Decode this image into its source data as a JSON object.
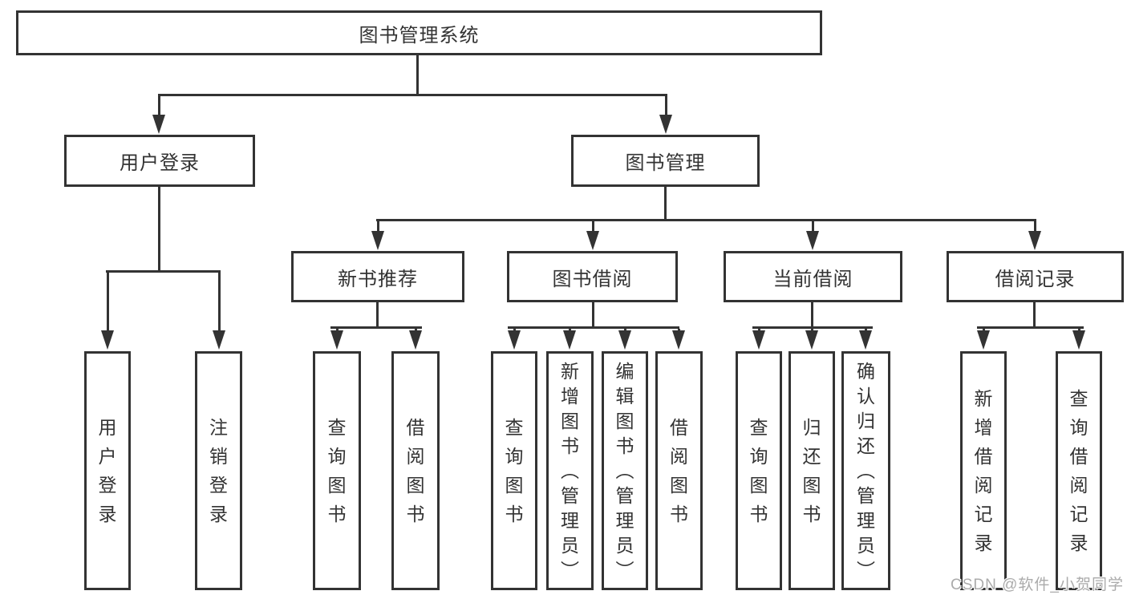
{
  "diagram": {
    "root": {
      "label": "图书管理系统"
    },
    "level2": {
      "user_login": {
        "label": "用户登录"
      },
      "book_management": {
        "label": "图书管理"
      }
    },
    "level3": {
      "new_book_recommend": {
        "label": "新书推荐"
      },
      "book_borrow": {
        "label": "图书借阅"
      },
      "current_borrow": {
        "label": "当前借阅"
      },
      "borrow_record": {
        "label": "借阅记录"
      }
    },
    "level4": {
      "user_login_leaf": {
        "label": "用户登录"
      },
      "logout": {
        "label": "注销登录"
      },
      "recommend_query_book": {
        "label": "查询图书"
      },
      "recommend_borrow_book": {
        "label": "借阅图书"
      },
      "borrow_query_book": {
        "label": "查询图书"
      },
      "borrow_add_book": {
        "label": "新增图书（管理员）"
      },
      "borrow_edit_book": {
        "label": "编辑图书（管理员）"
      },
      "borrow_borrow_book": {
        "label": "借阅图书"
      },
      "current_query_book": {
        "label": "查询图书"
      },
      "current_return_book": {
        "label": "归还图书"
      },
      "current_confirm_return": {
        "label": "确认归还（管理员）"
      },
      "record_add": {
        "label": "新增借阅记录"
      },
      "record_query": {
        "label": "查询借阅记录"
      }
    }
  },
  "watermark": {
    "text": "CSDN @软件_小贺同学"
  },
  "colors": {
    "line": "#333333",
    "text": "#333333",
    "background": "#ffffff",
    "watermark": "#ababab"
  }
}
